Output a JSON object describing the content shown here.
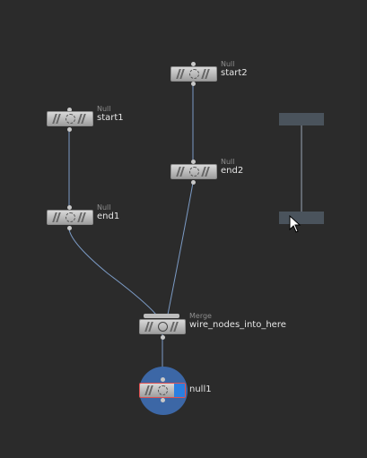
{
  "nodes": {
    "start2": {
      "type": "Null",
      "name": "start2"
    },
    "end2": {
      "type": "Null",
      "name": "end2"
    },
    "start1": {
      "type": "Null",
      "name": "start1"
    },
    "end1": {
      "type": "Null",
      "name": "end1"
    },
    "merge": {
      "type": "Merge",
      "name": "wire_nodes_into_here"
    },
    "null1": {
      "name": "null1"
    }
  },
  "colors": {
    "background": "#2b2b2b",
    "wire": "#7b9ac4",
    "selection_halo": "#3c67a6",
    "display_flag": "#2c7fe0",
    "selected_border": "#e05252"
  }
}
